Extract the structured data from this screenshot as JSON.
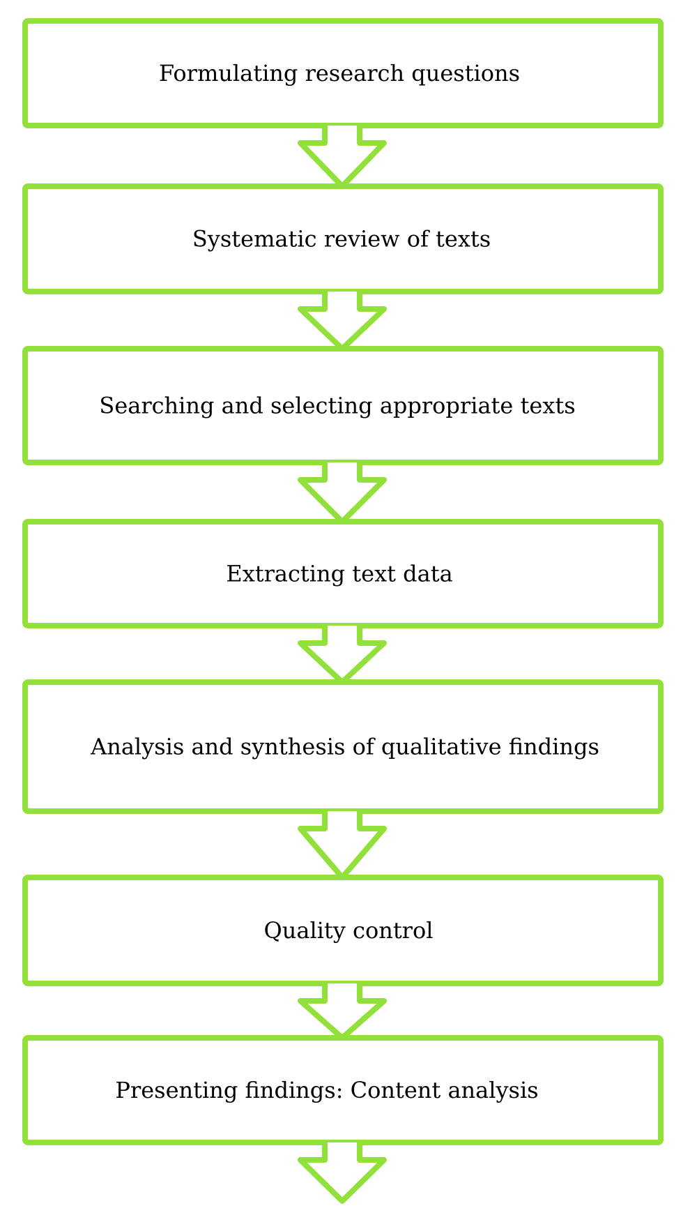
{
  "diagram": {
    "type": "flowchart",
    "direction": "top-to-bottom",
    "stroke_color": "#92e03a",
    "text_color": "#000000",
    "steps": [
      {
        "label": "Formulating research questions"
      },
      {
        "label": "Systematic review of texts"
      },
      {
        "label": "Searching and selecting appropriate texts"
      },
      {
        "label": "Extracting text data"
      },
      {
        "label": "Analysis and synthesis of qualitative findings"
      },
      {
        "label": "Quality control"
      },
      {
        "label": "Presenting findings: Content analysis"
      }
    ],
    "trailing_arrow": true
  }
}
